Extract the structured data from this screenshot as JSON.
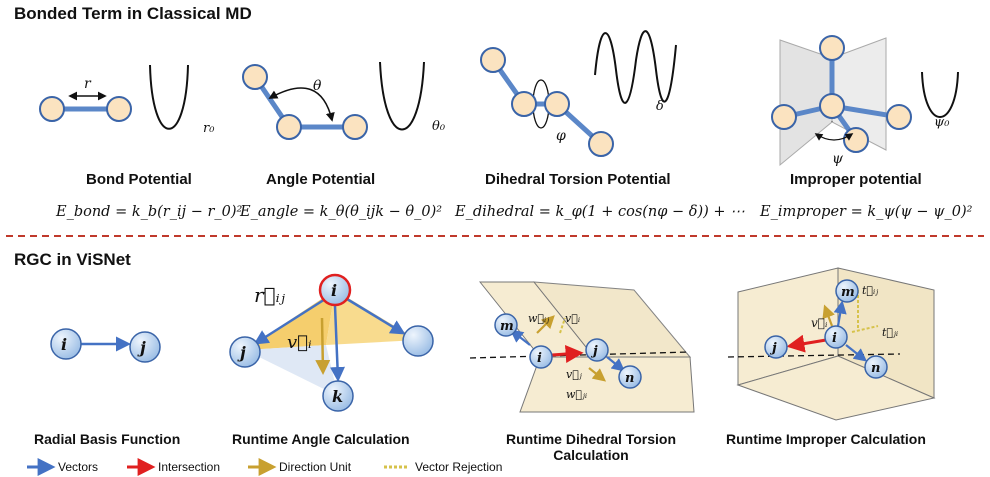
{
  "top": {
    "title": "Bonded Term in Classical MD",
    "panels": [
      {
        "label": "Bond Potential",
        "equation": "E_bond = k_b(r_ij − r_0)²",
        "ref_symbol": "r₀",
        "var_symbol": "r"
      },
      {
        "label": "Angle Potential",
        "equation": "E_angle = k_θ(θ_ijk − θ_0)²",
        "ref_symbol": "θ₀",
        "var_symbol": "θ"
      },
      {
        "label": "Dihedral Torsion Potential",
        "equation": "E_dihedral = k_φ(1 + cos(nφ − δ)) + ⋯",
        "ref_symbol": "δ",
        "var_symbol": "φ"
      },
      {
        "label": "Improper potential",
        "equation": "E_improper = k_ψ(ψ − ψ_0)²",
        "ref_symbol": "ψ₀",
        "var_symbol": "ψ"
      }
    ]
  },
  "bottom": {
    "title": "RGC in ViSNet",
    "panels": [
      {
        "label": "Radial Basis Function"
      },
      {
        "label": "Runtime Angle Calculation"
      },
      {
        "label": "Runtime Dihedral Torsion Calculation"
      },
      {
        "label": "Runtime Improper Calculation"
      }
    ],
    "nodes": {
      "i": "i",
      "j": "j",
      "k": "k",
      "m": "m",
      "n": "n"
    },
    "vectors": {
      "r_ij": "r⃗ᵢⱼ",
      "v_i": "v⃗ᵢ",
      "w_ij": "w⃗ᵢⱼ",
      "w_ji": "w⃗ⱼᵢ",
      "v_j": "v⃗ⱼ",
      "t_ij": "t⃗ᵢⱼ",
      "t_ji": "t⃗ⱼᵢ"
    }
  },
  "legend": [
    {
      "label": "Vectors",
      "color": "#4472c4"
    },
    {
      "label": "Intersection",
      "color": "#e02020"
    },
    {
      "label": "Direction Unit",
      "color": "#c8a030"
    },
    {
      "label": "Vector Rejection",
      "color": "#d6c24a"
    }
  ],
  "colors": {
    "node_fill": "#fbe3c0",
    "node_stroke": "#3a64a8",
    "bond": "#5b87c8",
    "ball": "#c6dcf3",
    "divider": "#c0392b",
    "plane": "#f6ecd2",
    "angle_fill": "#f3c553"
  }
}
